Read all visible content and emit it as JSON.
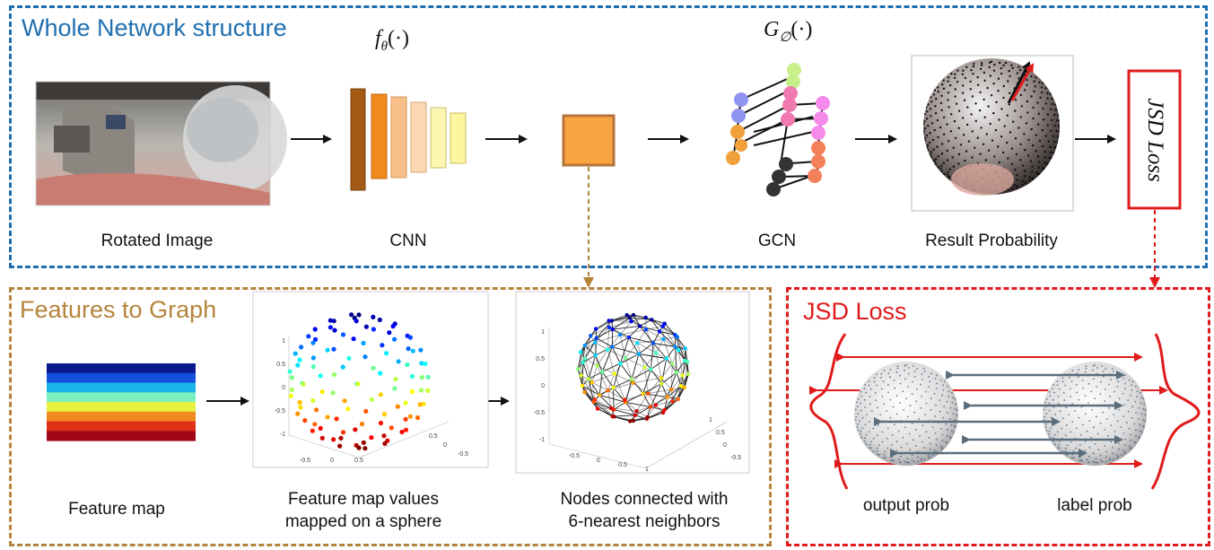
{
  "panels": {
    "whole": {
      "title": "Whole Network structure",
      "color": "#1f6fb0"
    },
    "features": {
      "title": "Features to Graph",
      "color": "#b5843c"
    },
    "jsd": {
      "title": "JSD Loss",
      "color": "#e01b1b"
    }
  },
  "math": {
    "f_theta": {
      "base": "f",
      "sub": "θ",
      "arg": "(·)"
    },
    "g_phi": {
      "base": "G",
      "sub": "∅",
      "arg": "(·)"
    }
  },
  "labels": {
    "rotated_image": "Rotated Image",
    "cnn": "CNN",
    "gcn": "GCN",
    "result_probability": "Result Probability",
    "jsd_loss_box": "JSD Loss",
    "feature_map": "Feature map",
    "mapped_line1": "Feature map values",
    "mapped_line2": "mapped on a sphere",
    "nodes_line1": "Nodes connected with",
    "nodes_line2": "6-nearest neighbors",
    "output_prob": "output prob",
    "label_prob": "label prob"
  },
  "plot_ticks": {
    "scatter_z": [
      "1",
      "0.5",
      "0",
      "-0.5",
      "-1"
    ],
    "scatter_x": [
      "-0.5",
      "0",
      "0.5"
    ],
    "scatter_y": [
      "0.5",
      "0",
      "-0.5"
    ],
    "mesh_z": [
      "1",
      "0.5",
      "0",
      "-0.5",
      "-1"
    ],
    "mesh_x": [
      "-0.5",
      "0",
      "0.5",
      "1"
    ],
    "mesh_y": [
      "1",
      "0.5",
      "0",
      "-0.5"
    ]
  },
  "colors": {
    "cnn_layers": [
      "#a35a14",
      "#f08a1e",
      "#f7c08a",
      "#fbd9b4",
      "#fdf6b0",
      "#fdf6a0"
    ],
    "feature_square": "#f9a441",
    "feature_map_rows": [
      "#0a1a8c",
      "#1450e0",
      "#18b4e8",
      "#7af0c0",
      "#e8f040",
      "#f08a20",
      "#e03018",
      "#a00818"
    ],
    "gcn_node_colors": [
      "#8e94f0",
      "#f2a03a",
      "#c8f08a",
      "#f07ab0",
      "#f58aea",
      "#333333",
      "#f4805a"
    ]
  }
}
